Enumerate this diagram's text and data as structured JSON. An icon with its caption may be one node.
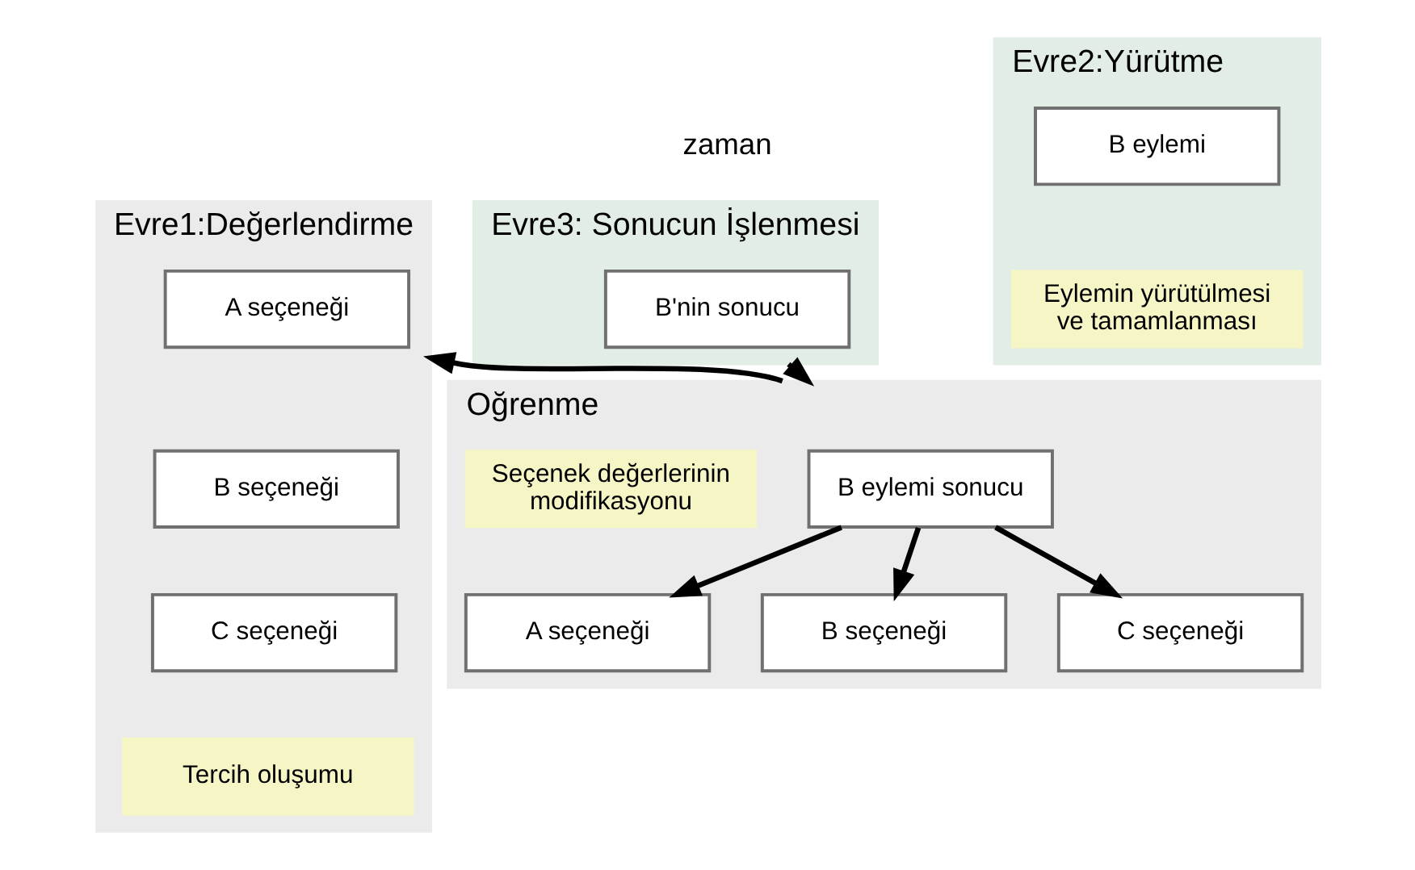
{
  "diagram": {
    "nodes": [
      {
        "text": [
          "Evre1:Değerlendirme"
        ]
      },
      {
        "text": [
          "A seçeneği"
        ],
        "in": 0
      },
      {
        "text": [
          "B seçeneği"
        ],
        "in": 0
      },
      {
        "text": [
          "C seçeneği"
        ],
        "in": 0
      },
      {
        "text": [
          "Tercih oluşumu"
        ],
        "in": 0
      },
      {
        "text": [
          "Evre2:Yürütme"
        ]
      },
      {
        "text": [
          "B eylemi"
        ],
        "in": 5
      },
      {
        "text": [
          "Eylemin yürütülmesi ve tamamlanması"
        ],
        "in": 5
      },
      {
        "text": [
          "Evre3: Sonucun İşlenmesi"
        ]
      },
      {
        "text": [
          "B'nin sonucu"
        ],
        "in": 8
      },
      {
        "text": [
          "Oğrenme"
        ]
      },
      {
        "text": [
          "B eylemi sonucu"
        ],
        "in": 10
      },
      {
        "text": [
          "A seçeneği"
        ],
        "in": 10
      },
      {
        "text": [
          "B seçeneği"
        ],
        "in": 10
      },
      {
        "text": [
          "C seçeneği"
        ],
        "in": 10
      },
      {
        "text": [
          "Seçenek değerlerinin modifikasyonu"
        ],
        "in": 10
      }
    ],
    "edges": [
      {
        "from": 8,
        "to": 10,
        "arrow": "to"
      },
      {
        "from": 10,
        "to": 0,
        "arrow": "to"
      },
      {
        "from": 11,
        "to": 12,
        "arrow": "to"
      },
      {
        "from": 11,
        "to": 13,
        "arrow": "to"
      },
      {
        "from": 11,
        "to": 14,
        "arrow": "to"
      }
    ],
    "labels": [
      "zaman"
    ]
  }
}
